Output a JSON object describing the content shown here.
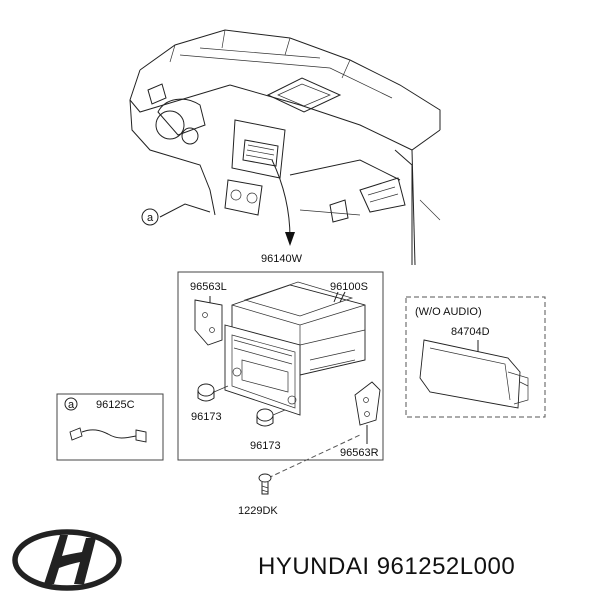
{
  "labels": {
    "callout_a": "a",
    "assembly": "96140W",
    "bracket_left": "96563L",
    "audio_unit": "96100S",
    "wo_audio_title": "(W/O AUDIO)",
    "cover": "84704D",
    "cable_callout": "a",
    "cable": "96125C",
    "knob_1": "96173",
    "knob_2": "96173",
    "bracket_right": "96563R",
    "screw": "1229DK"
  },
  "footer": {
    "brand": "HYUNDAI",
    "part_number": "961252L000"
  }
}
